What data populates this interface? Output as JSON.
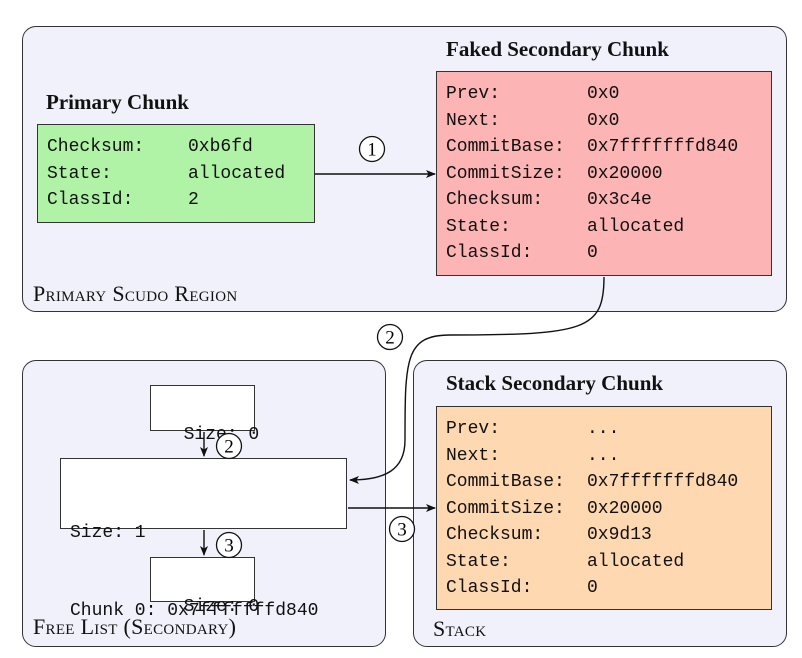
{
  "primary_region": {
    "label": "Primary Scudo Region",
    "primary_chunk": {
      "title": "Primary Chunk",
      "fill": "#b0f2a6",
      "fields": [
        {
          "key": "Checksum:",
          "value": "0xb6fd"
        },
        {
          "key": "State:",
          "value": "allocated"
        },
        {
          "key": "ClassId:",
          "value": "2"
        }
      ]
    },
    "faked_chunk": {
      "title": "Faked Secondary Chunk",
      "fill": "#fcb4b4",
      "fields": [
        {
          "key": "Prev:",
          "value": "0x0"
        },
        {
          "key": "Next:",
          "value": "0x0"
        },
        {
          "key": "CommitBase:",
          "value": "0x7fffffffd840"
        },
        {
          "key": "CommitSize:",
          "value": "0x20000"
        },
        {
          "key": "Checksum:",
          "value": "0x3c4e"
        },
        {
          "key": "State:",
          "value": "allocated"
        },
        {
          "key": "ClassId:",
          "value": "0"
        }
      ]
    }
  },
  "free_list": {
    "label": "Free List (Secondary)",
    "top_node": {
      "text": "Size: 0"
    },
    "middle_node": {
      "line1": "Size: 1",
      "line2": "Chunk 0: 0x7fffffffd840"
    },
    "bottom_node": {
      "text": "Size: 0"
    }
  },
  "stack_region": {
    "label": "Stack",
    "stack_chunk": {
      "title": "Stack Secondary Chunk",
      "fill": "#fdd8b0",
      "fields": [
        {
          "key": "Prev:",
          "value": "..."
        },
        {
          "key": "Next:",
          "value": "..."
        },
        {
          "key": "CommitBase:",
          "value": "0x7fffffffd840"
        },
        {
          "key": "CommitSize:",
          "value": "0x20000"
        },
        {
          "key": "Checksum:",
          "value": "0x9d13"
        },
        {
          "key": "State:",
          "value": "allocated"
        },
        {
          "key": "ClassId:",
          "value": "0"
        }
      ]
    }
  },
  "steps": {
    "one": "1",
    "two": "2",
    "three": "3"
  },
  "colors": {
    "region_bg": "#f0f1fa",
    "stroke": "#333333"
  }
}
